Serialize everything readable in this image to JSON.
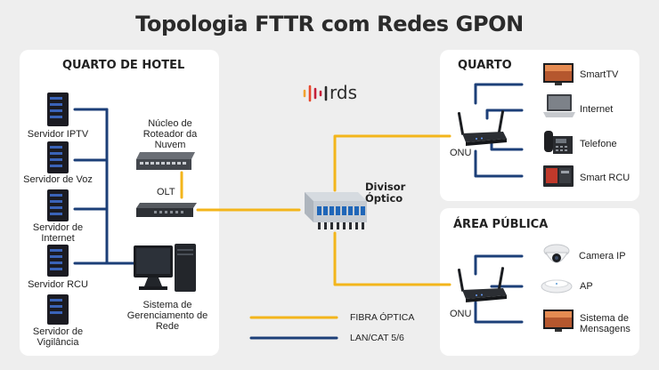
{
  "title": "Topologia FTTR com Redes GPON",
  "logo_text": "rds",
  "hotel": {
    "title": "QUARTO DE HOTEL",
    "servers": [
      "Servidor IPTV",
      "Servidor de Voz",
      "Servidor de Internet",
      "Servidor RCU",
      "Servidor de Vigilância"
    ],
    "router_label": "Núcleo de Roteador da Nuvem",
    "olt_label": "OLT",
    "management_label": "Sistema de Gerenciamento de Rede"
  },
  "splitter_label": "Divisor Óptico",
  "quarto": {
    "title": "QUARTO",
    "onu_label": "ONU",
    "devices": [
      "SmartTV",
      "Internet",
      "Telefone",
      "Smart RCU"
    ]
  },
  "area_publica": {
    "title": "ÁREA PÚBLICA",
    "onu_label": "ONU",
    "devices": [
      "Camera IP",
      "AP",
      "Sistema de Mensagens"
    ]
  },
  "legend": {
    "fiber_label": "FIBRA ÓPTICA",
    "lan_label": "LAN/CAT 5/6",
    "fiber_color": "#f3b51b",
    "lan_color": "#1c3f78"
  }
}
